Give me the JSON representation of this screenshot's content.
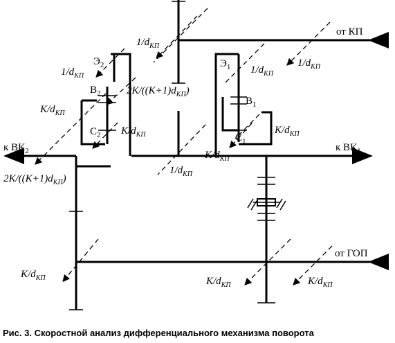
{
  "labels": {
    "in_kp": "от КП",
    "in_gop": "от ГОП",
    "out_vk1": "к ВК",
    "out_vk1_sub": "1",
    "out_vk2": "к ВК",
    "out_vk2_sub": "2",
    "e1": "Э",
    "e1_sub": "1",
    "e2": "Э",
    "e2_sub": "2",
    "b1": "В",
    "b1_sub": "1",
    "b2": "В",
    "b2_sub": "2",
    "c1": "С",
    "c1_sub": "1",
    "c2": "С",
    "c2_sub": "2"
  },
  "ratio_labels": {
    "top": "1/d",
    "kp_right": "1/d",
    "e1_right": "1/d",
    "e2_left": "1/d",
    "center_shaft": "1/d",
    "b2_left": "K/d",
    "c2_right": "K/d",
    "c1_right": "K/d",
    "center_left": "K/d",
    "bottom_left": "K/d",
    "bottom_mid": "K/d",
    "bottom_right": "K/d",
    "b2_right": "2K/((K+1)d",
    "c2_below": "2K/((K+1)d",
    "sub": "КП",
    "close": ")"
  },
  "caption": "Рис. 3. Скоростной анализ дифференциального механизма поворота"
}
